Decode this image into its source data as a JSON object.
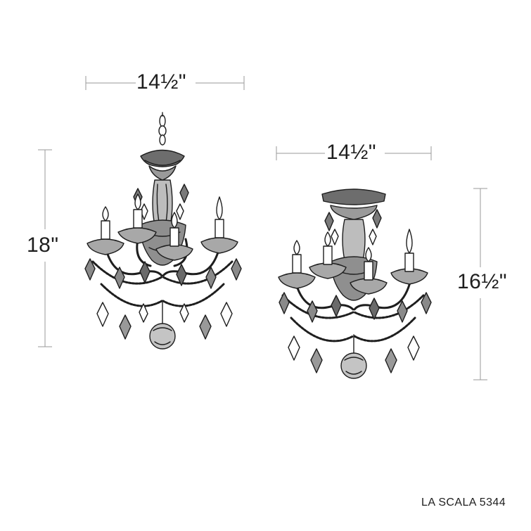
{
  "hanging": {
    "width_label": "14½\"",
    "height_label": "18\""
  },
  "flush": {
    "width_label": "14½\"",
    "height_label": "16½\""
  },
  "caption": "LA SCALA 5344",
  "colors": {
    "line": "#1e1e1e",
    "dimension_line": "#9a9a9a",
    "background": "#ffffff"
  }
}
